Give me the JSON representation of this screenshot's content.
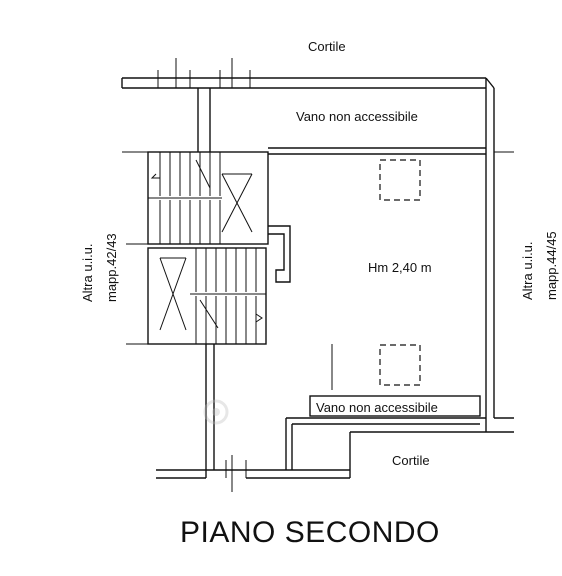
{
  "labels": {
    "cortile_top": "Cortile",
    "vano_top": "Vano non accessibile",
    "room_height": "Hm 2,40 m",
    "vano_bottom": "Vano non accessibile",
    "cortile_bottom": "Cortile",
    "left_line1": "Altra u.i.u.",
    "left_line2": "mapp.42/43",
    "right_line1": "Altra u.i.u.",
    "right_line2": "mapp.44/45"
  },
  "title": "PIANO SECONDO",
  "colors": {
    "line": "#111111",
    "background": "#ffffff",
    "watermark": "#d9d9d9"
  }
}
